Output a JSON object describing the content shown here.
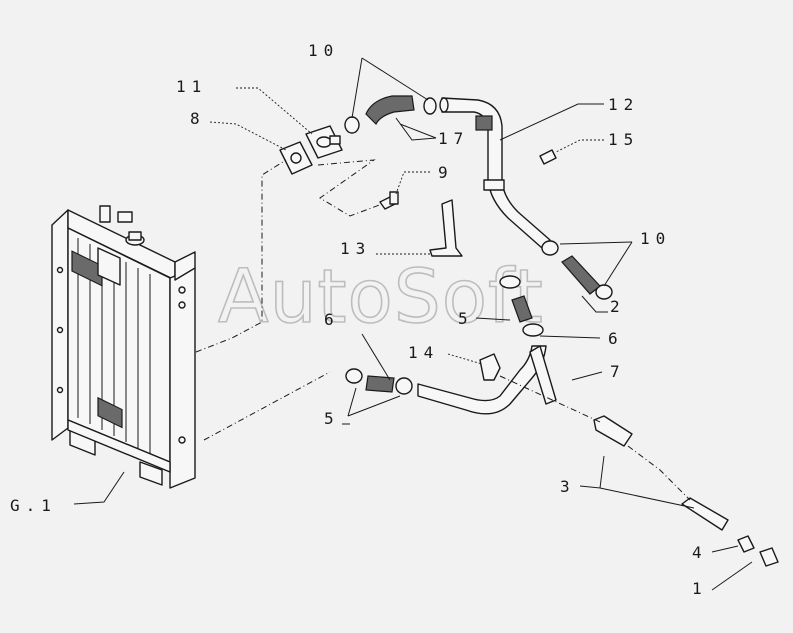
{
  "watermark": "AutoSoft",
  "callouts": [
    {
      "id": "c10a",
      "text": "10"
    },
    {
      "id": "c11",
      "text": "11"
    },
    {
      "id": "c8",
      "text": "8"
    },
    {
      "id": "c12",
      "text": "12"
    },
    {
      "id": "c17",
      "text": "17"
    },
    {
      "id": "c15",
      "text": "15"
    },
    {
      "id": "c9",
      "text": "9"
    },
    {
      "id": "c13",
      "text": "13"
    },
    {
      "id": "c10b",
      "text": "10"
    },
    {
      "id": "c2",
      "text": "2"
    },
    {
      "id": "c6a",
      "text": "6"
    },
    {
      "id": "c5a",
      "text": "5"
    },
    {
      "id": "c6b",
      "text": "6"
    },
    {
      "id": "c14",
      "text": "14"
    },
    {
      "id": "c7",
      "text": "7"
    },
    {
      "id": "c5b",
      "text": "5"
    },
    {
      "id": "c3",
      "text": "3"
    },
    {
      "id": "c4",
      "text": "4"
    },
    {
      "id": "c1",
      "text": "1"
    },
    {
      "id": "cG1",
      "text": "G.1"
    }
  ]
}
